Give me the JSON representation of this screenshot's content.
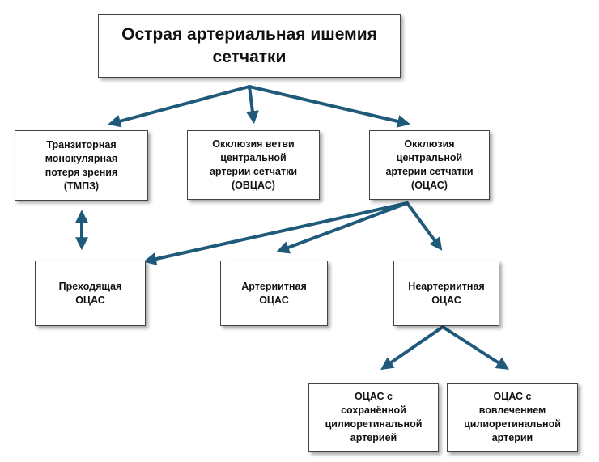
{
  "diagram": {
    "root": "Острая артериальная ишемия\nсетчатки",
    "level1": {
      "tmpz": "Транзиторная\nмонокулярная\nпотеря зрения\n(ТМПЗ)",
      "ovcas": "Окклюзия ветви\nцентральной\nартерии сетчатки\n(ОВЦАС)",
      "ocas": "Окклюзия\nцентральной\nартерии сетчатки\n(ОЦАС)"
    },
    "level2": {
      "transient": "Преходящая\nОЦАС",
      "arteritic": "Артериитная\nОЦАС",
      "nonarteritic": "Неартериитная\nОЦАС"
    },
    "level3": {
      "spared": "ОЦАС с\nсохранённой\nцилиоретинальной\nартерией",
      "involved": "ОЦАС с\nвовлечением\nцилиоретинальной\nартерии"
    },
    "arrow_color": "#1f5a7a"
  }
}
